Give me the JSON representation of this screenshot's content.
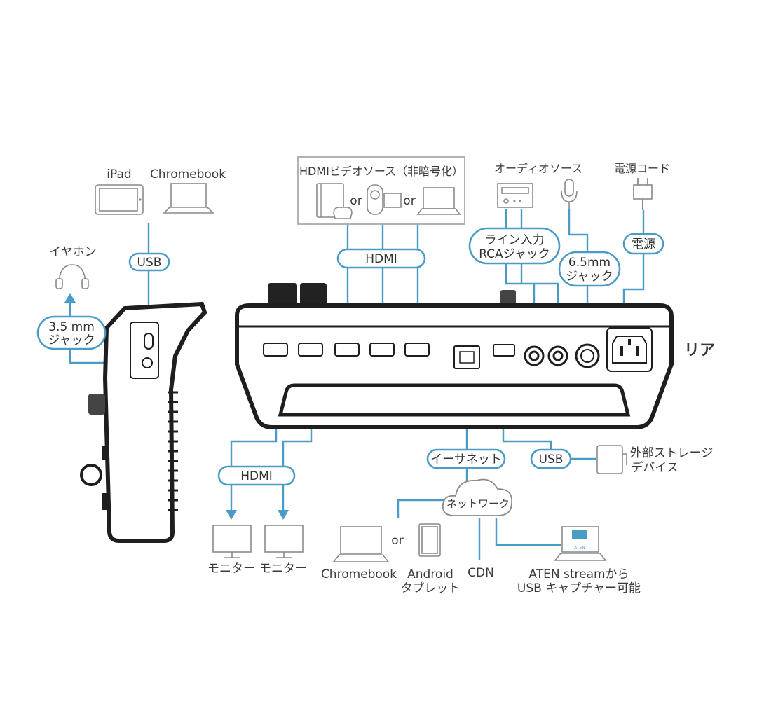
{
  "labels": {
    "ipad": "iPad",
    "chromebook_top": "Chromebook",
    "earphone": "イヤホン",
    "hdmi_source": "HDMIビデオソース（非暗号化）",
    "or1": "or",
    "or2": "or",
    "or3": "or",
    "audio_source": "オーディオソース",
    "power_cord": "電源コード",
    "rear": "リア",
    "external_storage_1": "外部ストレージ",
    "external_storage_2": "デバイス",
    "monitor1": "モニター",
    "monitor2": "モニター",
    "chromebook_bottom": "Chromebook",
    "android_1": "Android",
    "android_2": "タブレット",
    "cdn": "CDN",
    "aten_1": "ATEN streamから",
    "aten_2": "USB キャプチャー可能",
    "aten_logo": "ATEN"
  },
  "pills": {
    "usb_side": "USB",
    "jack35_1": "3.5 mm",
    "jack35_2": "ジャック",
    "hdmi_in": "HDMI",
    "line_in_1": "ライン入力",
    "line_in_2": "RCAジャック",
    "jack65_1": "6.5mm",
    "jack65_2": "ジャック",
    "power": "電源",
    "ethernet": "イーサネット",
    "usb_rear": "USB",
    "hdmi_out": "HDMI",
    "network": "ネットワーク"
  }
}
